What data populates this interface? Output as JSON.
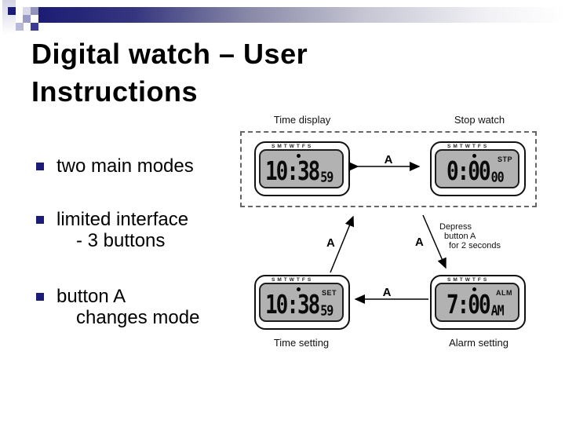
{
  "title": {
    "line1": "Digital watch – User",
    "line2": "Instructions"
  },
  "bullets": [
    {
      "line1": "two main modes",
      "line2": ""
    },
    {
      "line1": "limited interface",
      "line2": "- 3 buttons"
    },
    {
      "line1": "button A",
      "line2": "changes mode"
    }
  ],
  "diagram": {
    "states": {
      "time_display": {
        "label": "Time display",
        "days": "S M T W T F S",
        "mode": "",
        "time": "10:38",
        "suffix": "59"
      },
      "stop_watch": {
        "label": "Stop watch",
        "days": "S M T W T F S",
        "mode": "STP",
        "time": "0:00",
        "suffix": "00"
      },
      "time_setting": {
        "label": "Time setting",
        "days": "S M T W T F S",
        "mode": "SET",
        "time": "10:38",
        "suffix": "59"
      },
      "alarm_setting": {
        "label": "Alarm setting",
        "days": "S M T W T F S",
        "mode": "ALM",
        "time": "7:00",
        "suffix": "AM"
      }
    },
    "arrows": {
      "top_label": "A",
      "left_label": "A",
      "right_label": "A",
      "bottom_label": "A"
    },
    "note": {
      "line1": "Depress",
      "line2": "button A",
      "line3": "for 2 seconds"
    }
  },
  "colors": {
    "accent_navy": "#1b1b78",
    "lcd_gray": "#b2b2b2"
  }
}
